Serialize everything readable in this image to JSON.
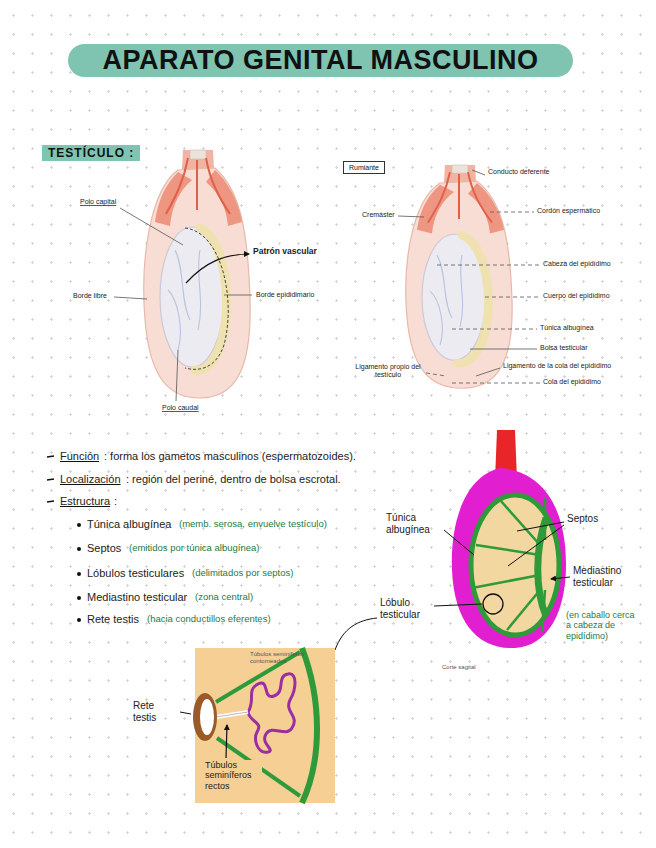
{
  "diagram": {
    "title": "APARATO GENITAL MASCULINO",
    "nodes": [
      {
        "text": [
          "TESTÍCULO :"
        ]
      },
      {
        "text": [
          "Rumiante"
        ]
      }
    ],
    "labels": [
      "Polo capital",
      "Patrón vascular",
      "Borde libre",
      "Borde epididimario",
      "Polo caudal",
      "Conducto deferente",
      "Cremáster",
      "Cordón espermático",
      "Cabeza del epidídimo",
      "Cuerpo del epidídimo",
      "Túnica albugínea",
      "Bolsa testicular",
      "Ligamento propio del testículo",
      "Ligamento de la cola del epidídimo",
      "Cola del epidídimo",
      "Función",
      ": forma los gametos masculinos (espermatozoides).",
      "Localización",
      ": región del periné, dentro de bolsa escrotal.",
      "Estructura",
      ":",
      "Túnica albugínea",
      "(memb. serosa, envuelve testículo)",
      "Septos",
      "(emitidos por túnica albugínea)",
      "Lóbulos testiculares",
      "(delimitados por septos)",
      "Mediastino testicular",
      "(zona central)",
      "Rete testis",
      "(hacia conductillos eferentes)",
      "Túnica albugínea",
      "Septos",
      "Mediastino testicular",
      "Lóbulo testicular",
      "(en caballo cerca a cabeza de epidídimo)",
      "Corte sagital",
      "Túbulos seminíferos contorneados",
      "Rete testis",
      "Túbulos seminíferos rectos"
    ]
  }
}
